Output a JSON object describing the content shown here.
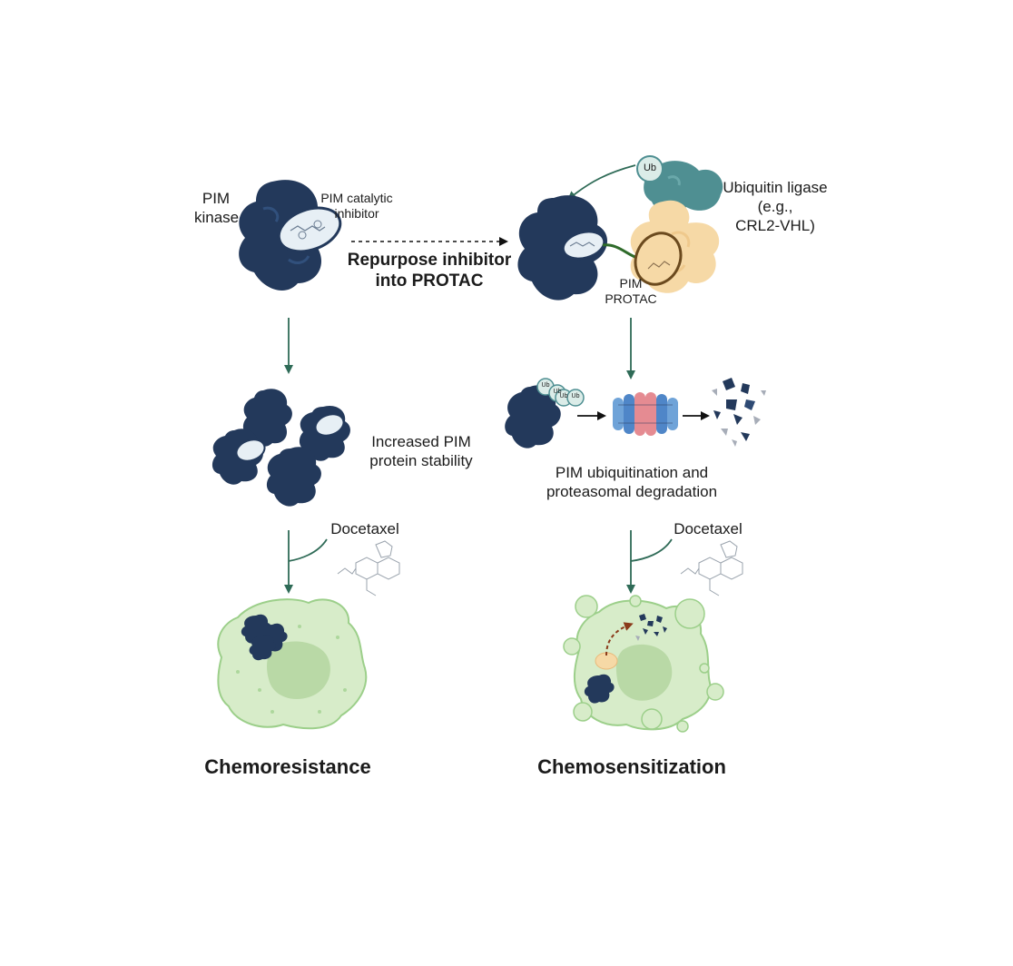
{
  "labels": {
    "pim_kinase": [
      "PIM",
      "kinase"
    ],
    "pim_catalytic_inhibitor": [
      "PIM catalytic",
      "inhibitor"
    ],
    "repurpose": [
      "Repurpose inhibitor",
      "into PROTAC"
    ],
    "ubiquitin_ligase": [
      "Ubiquitin ligase",
      "(e.g.,",
      "CRL2-VHL)"
    ],
    "ub_tag": "Ub",
    "pim_protac": [
      "PIM",
      "PROTAC"
    ],
    "increased_stability": [
      "Increased PIM",
      "protein stability"
    ],
    "ubiquitination": [
      "PIM ubiquitination and",
      "proteasomal degradation"
    ],
    "docetaxel_left": "Docetaxel",
    "docetaxel_right": "Docetaxel",
    "chemoresistance": "Chemoresistance",
    "chemosensitization": "Chemosensitization"
  },
  "colors": {
    "kinase": "#23395b",
    "ligase_top": "#4f8f92",
    "ligase_body": "#f6d9a6",
    "cell": "#d7ecc9",
    "nucleus": "#b9d9a6",
    "arrow": "#2f6b57",
    "proteasome_pink": "#e58b92",
    "proteasome_blue": "#4f86c8"
  }
}
